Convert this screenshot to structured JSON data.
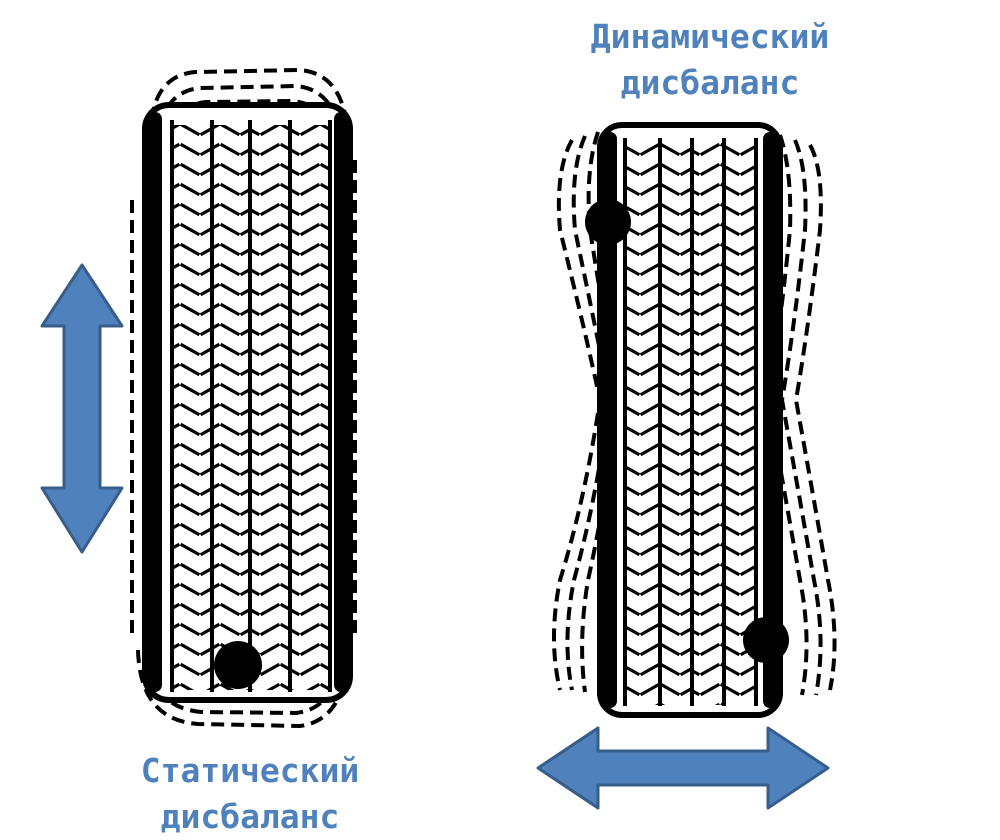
{
  "labels": {
    "dynamic": {
      "line1": "Динамический",
      "line2": "дисбаланс"
    },
    "static": {
      "line1": "Статический",
      "line2": "дисбаланс"
    }
  },
  "colors": {
    "arrow_fill": "#4f81bd",
    "arrow_stroke": "#385d8a",
    "label_text": "#4f81bd",
    "ink": "#000000"
  },
  "icons": {
    "static_arrow": "double-arrow-vertical-icon",
    "dynamic_arrow": "double-arrow-horizontal-icon"
  }
}
